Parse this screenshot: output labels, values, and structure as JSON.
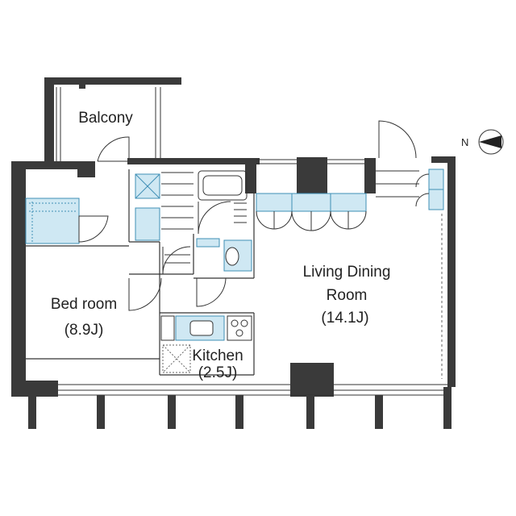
{
  "rooms": {
    "balcony": {
      "name": "Balcony"
    },
    "bedroom": {
      "name": "Bed room",
      "size": "(8.9J)"
    },
    "living": {
      "name_line1": "Living Dining",
      "name_line2": "Room",
      "size": "(14.1J)"
    },
    "kitchen": {
      "name": "Kitchen",
      "size": "(2.5J)"
    }
  },
  "compass": {
    "letter": "N"
  },
  "colors": {
    "wall": "#3a3a3a",
    "fixture_fill": "#cfe8f3",
    "fixture_stroke": "#3f8fb5",
    "line": "#333333"
  }
}
